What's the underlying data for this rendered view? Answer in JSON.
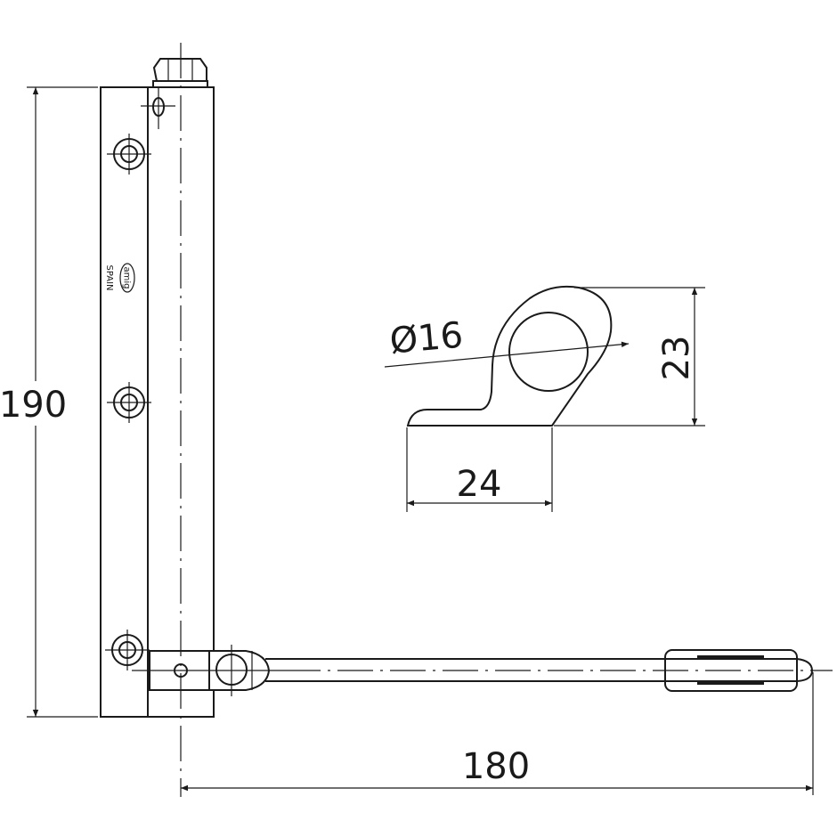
{
  "drawing": {
    "dimensions": {
      "height": "190",
      "arm_length": "180",
      "eye_diameter": "Ø16",
      "eye_height": "23",
      "eye_width": "24"
    },
    "marking": "SPAIN",
    "logo_text": "amig"
  }
}
